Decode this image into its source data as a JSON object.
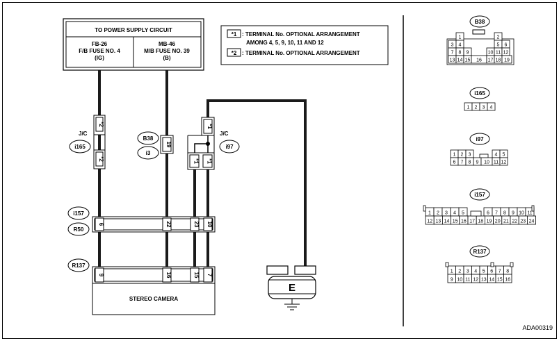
{
  "power_box": {
    "title": "TO POWER SUPPLY CIRCUIT",
    "left": {
      "line1": "FB-26",
      "line2": "F/B FUSE NO. 4",
      "line3": "(IG)"
    },
    "right": {
      "line1": "MB-46",
      "line2": "M/B FUSE NO. 39",
      "line3": "(B)"
    }
  },
  "legend": {
    "note1_mark": "*1",
    "note1_text": ": TERMINAL No. OPTIONAL ARRANGEMENT",
    "note1_text2": "AMONG 4, 5, 9, 10, 11 AND 12",
    "note2_mark": "*2",
    "note2_text": ": TERMINAL No. OPTIONAL ARRANGEMENT"
  },
  "jc1": {
    "label": "J/C",
    "connector": "i165",
    "pin_top": "*2",
    "pin_bottom": "*2"
  },
  "b38_block": {
    "conn_a": "B38",
    "conn_b": "i3",
    "pin": "19"
  },
  "jc2": {
    "label": "J/C",
    "connector": "i97",
    "pin_top": "*1",
    "pin_bl": "*1",
    "pin_br": "*1"
  },
  "row_i157": {
    "conn_a": "i157",
    "conn_b": "R50",
    "pins": [
      "6",
      "22",
      "23",
      "10"
    ]
  },
  "row_r137": {
    "conn": "R137",
    "pins": [
      "9",
      "16",
      "15",
      "7"
    ]
  },
  "stereo_camera": "STEREO CAMERA",
  "ground": "E",
  "connectors": {
    "b38": {
      "name": "B38",
      "row1": [
        "1",
        "2"
      ],
      "row2": [
        "3",
        "4",
        "5",
        "6"
      ],
      "row3": [
        "7",
        "8",
        "9",
        "10",
        "11",
        "12"
      ],
      "row4": [
        "13",
        "14",
        "15",
        "16",
        "17",
        "18",
        "19"
      ]
    },
    "i165": {
      "name": "i165",
      "pins": [
        "1",
        "2",
        "3",
        "4"
      ]
    },
    "i97": {
      "name": "i97",
      "row1": [
        "1",
        "2",
        "3",
        "4",
        "5"
      ],
      "row2": [
        "6",
        "7",
        "8",
        "9",
        "10",
        "11",
        "12"
      ]
    },
    "i157": {
      "name": "i157",
      "row1": [
        "1",
        "2",
        "3",
        "4",
        "5",
        "6",
        "7",
        "8",
        "9",
        "10",
        "11"
      ],
      "row2": [
        "12",
        "13",
        "14",
        "15",
        "16",
        "17",
        "18",
        "19",
        "20",
        "21",
        "22",
        "23",
        "24"
      ]
    },
    "r137": {
      "name": "R137",
      "row1": [
        "1",
        "2",
        "3",
        "4",
        "5",
        "6",
        "7",
        "8"
      ],
      "row2": [
        "9",
        "10",
        "11",
        "12",
        "13",
        "14",
        "15",
        "16"
      ]
    }
  },
  "code": "ADA00319"
}
